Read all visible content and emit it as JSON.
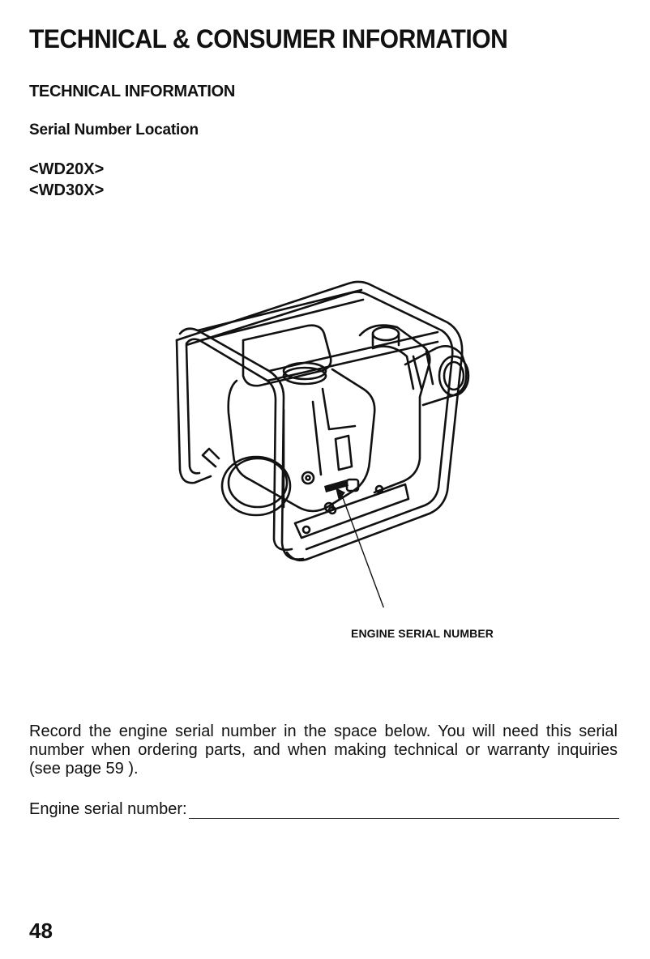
{
  "header": {
    "main_title": "TECHNICAL & CONSUMER INFORMATION",
    "section_title": "TECHNICAL INFORMATION",
    "sub_title": "Serial Number Location"
  },
  "models": [
    "<WD20X>",
    "<WD30X>"
  ],
  "illustration": {
    "subject": "water-pump-icon",
    "callout_label": "ENGINE SERIAL NUMBER"
  },
  "body": {
    "paragraph": "Record the engine serial number in the space below. You will need this serial number when ordering parts, and when making technical or warranty inquiries (see page 59 ).",
    "serial_label": "Engine serial number:"
  },
  "footer": {
    "page_number": "48"
  }
}
